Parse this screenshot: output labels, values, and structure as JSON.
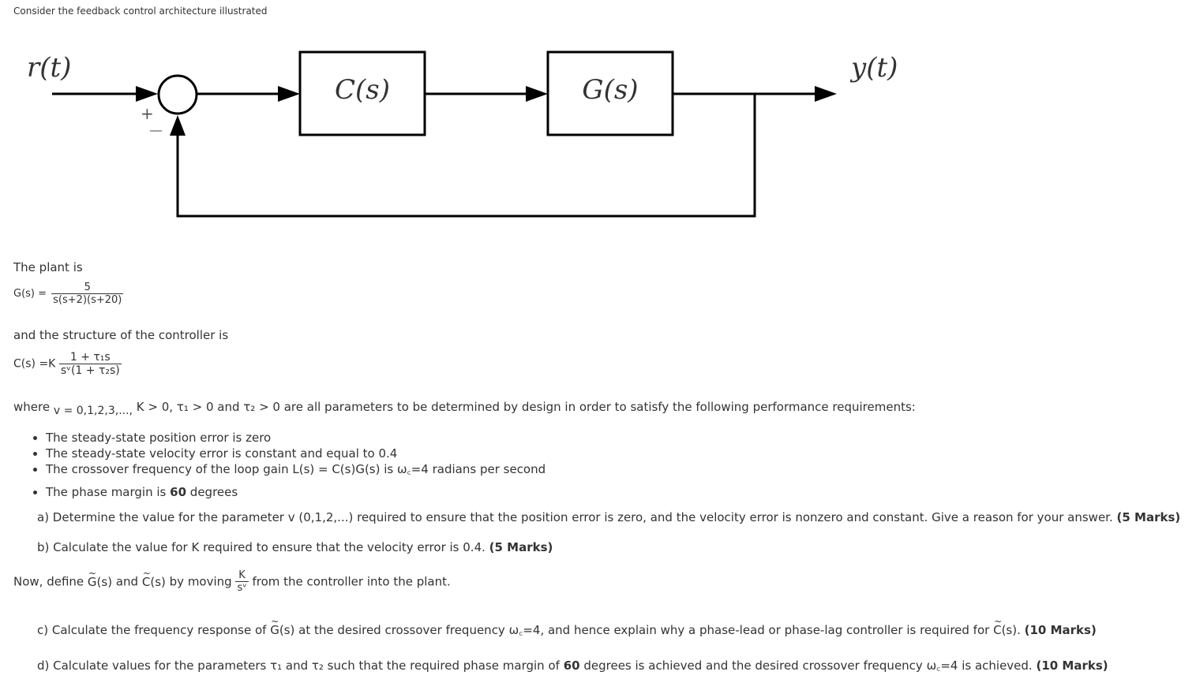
{
  "intro_text": "Consider the feedback control architecture illustrated",
  "diagram": {
    "input_label": "r(t)",
    "output_label": "y(t)",
    "controller_label": "C(s)",
    "plant_label": "G(s)",
    "plus_sign": "+",
    "minus_sign": "−"
  },
  "plant": {
    "intro": "The plant is",
    "lhs": "G(s) =",
    "numerator": "5",
    "denominator": "s(s+2)(s+20)"
  },
  "controller": {
    "intro": "and the structure of the controller is",
    "lhs": "C(s) =K",
    "numerator": "1 + τ₁s",
    "denominator": "sᵛ(1 + τ₂s)"
  },
  "where_line": {
    "prefix": "where",
    "v_values": "v = 0,1,2,3,...,",
    "rest": "K > 0, τ₁ > 0 and τ₂ > 0 are all parameters to be determined by design in order to satisfy the following performance requirements:"
  },
  "requirements": [
    "The steady-state position error is zero",
    "The steady-state velocity error is constant and equal to 0.4",
    "The crossover frequency of the loop gain L(s) = C(s)G(s) is ω꜀=4 radians per second"
  ],
  "phase_margin": {
    "text": "The phase margin is",
    "value": "60",
    "unit": "degrees"
  },
  "question_a": {
    "text": "a) Determine the value for the parameter v (0,1,2,...) required to ensure that the position error is zero, and the velocity error is nonzero and constant. Give a reason for your answer.",
    "marks": "(5 Marks)"
  },
  "question_b": {
    "text": "b) Calculate the value for K required to ensure that the velocity error is 0.4.",
    "marks": "(5 Marks)"
  },
  "now_define": {
    "prefix": "Now, define",
    "g": "G(s)",
    "and": "and",
    "c": "C(s)",
    "by_moving": "by moving",
    "frac_num": "K",
    "frac_den": "sᵛ",
    "suffix": "from the controller into the plant."
  },
  "question_c": {
    "prefix": "c) Calculate the frequency response of",
    "g": "G(s)",
    "middle": "at the desired crossover frequency ω꜀=4, and hence explain why a phase-lead or phase-lag controller is required for",
    "c": "C(s).",
    "marks": "(10 Marks)"
  },
  "question_d": {
    "prefix": "d) Calculate values for the parameters τ₁ and τ₂ such that the required phase margin of",
    "value": "60",
    "suffix": "degrees is achieved and the desired crossover frequency ω꜀=4 is achieved.",
    "marks": "(10 Marks)"
  }
}
